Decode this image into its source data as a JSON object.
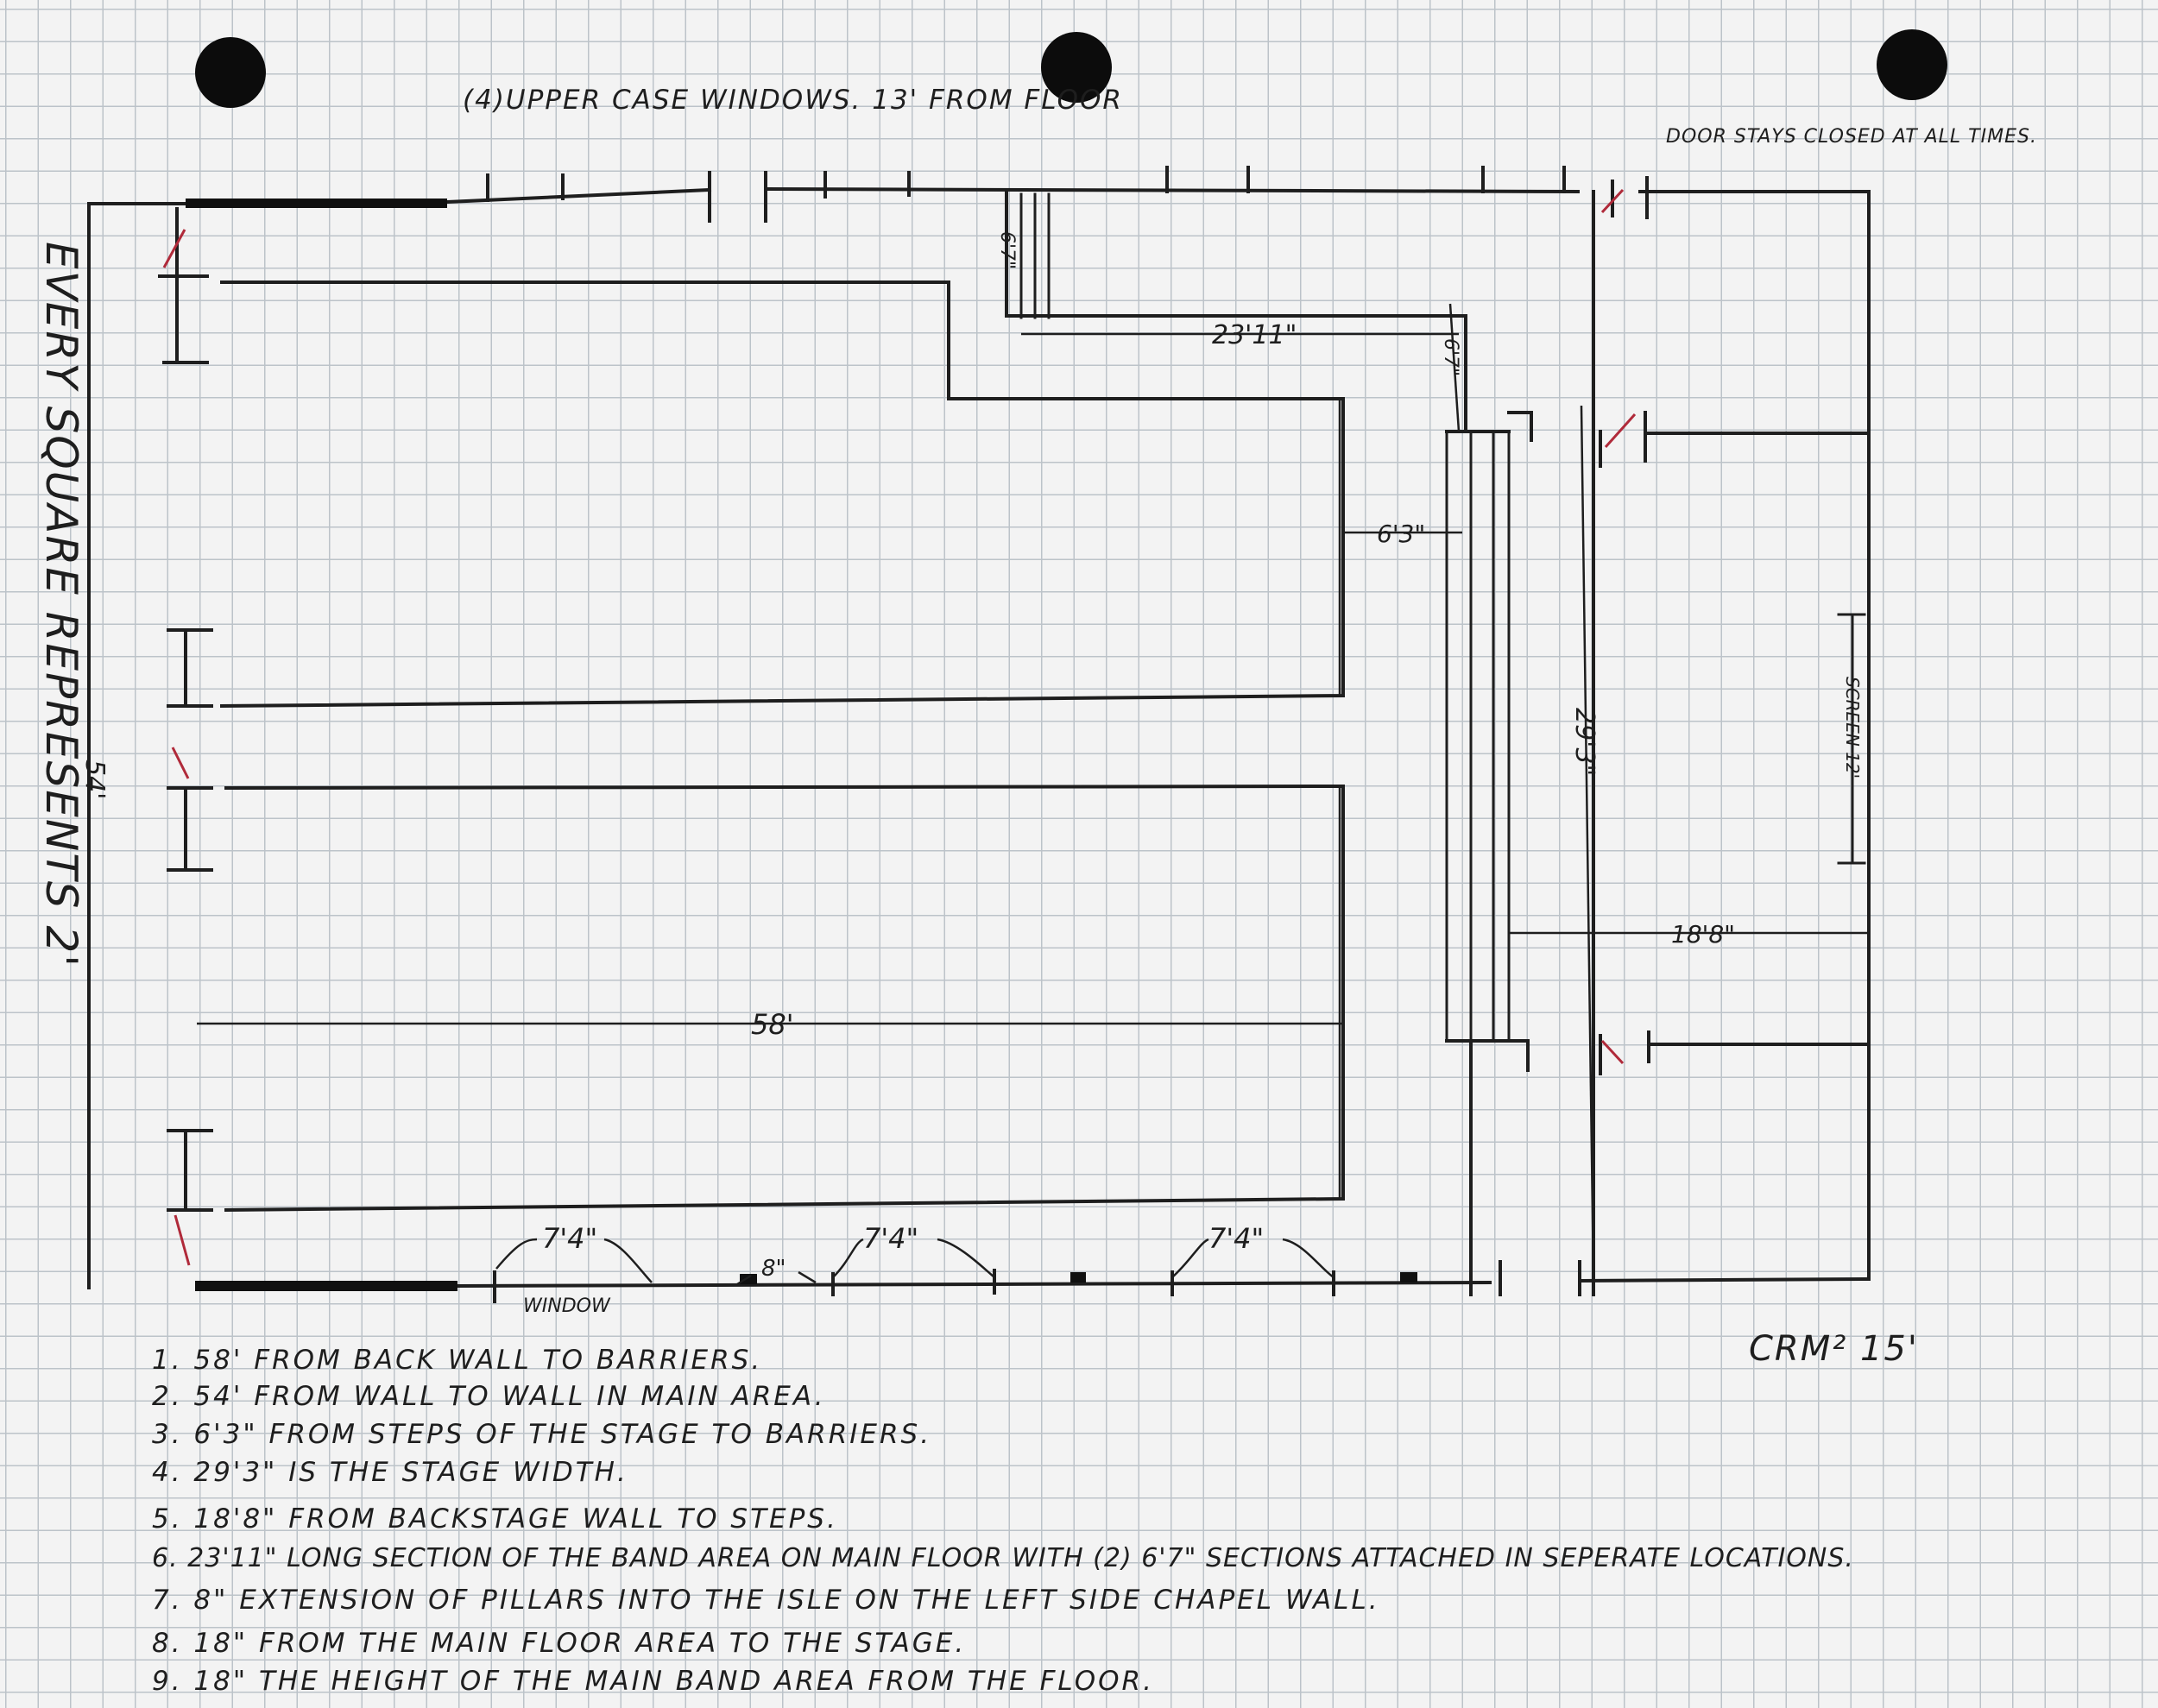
{
  "header": {
    "windows_note": "(4)UPPER CASE WINDOWS. 13' FROM FLOOR",
    "door_note": "DOOR STAYS CLOSED AT ALL TIMES."
  },
  "side_label": "EVERY SQUARE REPRESENTS 2'",
  "signature": "CRM² 15'",
  "dimensions": {
    "overall_height": "54'",
    "hall_length": "58'",
    "steps_gap": "6'3\"",
    "band_section": "23'11\"",
    "band_step_top": "6'7\"",
    "band_step_side": "6'7\"",
    "stage_width": "29'3\"",
    "backstage": "18'8\"",
    "screen": "SCREEN 12'",
    "window_a": "7'4\"",
    "window_b": "7'4\"",
    "window_c": "7'4\"",
    "pillar": "8\"",
    "window_label": "WINDOW"
  },
  "notes": [
    "1.  58' FROM BACK WALL TO BARRIERS.",
    "2.  54' FROM WALL TO WALL IN MAIN AREA.",
    "3.  6'3\" FROM STEPS OF THE STAGE TO BARRIERS.",
    "4.  29'3\" IS THE STAGE WIDTH.",
    "5.  18'8\" FROM BACKSTAGE WALL TO STEPS.",
    "6.  23'11\" LONG SECTION OF THE BAND AREA ON MAIN FLOOR WITH (2) 6'7\" SECTIONS ATTACHED IN SEPERATE LOCATIONS.",
    "7.  8\" EXTENSION OF PILLARS INTO THE ISLE ON THE LEFT SIDE CHAPEL WALL.",
    "8.  18\" FROM THE MAIN FLOOR AREA TO THE STAGE.",
    "9.  18\" THE HEIGHT OF THE MAIN BAND AREA FROM THE FLOOR."
  ]
}
